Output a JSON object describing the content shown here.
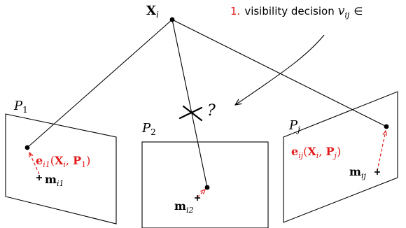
{
  "point": {
    "name": "X",
    "sub": "i"
  },
  "annotation": {
    "number": "1.",
    "text": "visibility decision",
    "symbol": "v",
    "sub": "ij",
    "trailing": "∈"
  },
  "question_mark": "?",
  "cameras": [
    {
      "label": "P",
      "sub": "1"
    },
    {
      "label": "P",
      "sub": "2"
    },
    {
      "label": "P",
      "sub": "j"
    }
  ],
  "projections": [
    {
      "e": "e",
      "e_sub": "i1",
      "args_open": "(",
      "x": "X",
      "x_sub": "i",
      "comma": ", ",
      "p": "P",
      "p_sub": "1",
      "args_close": ")"
    },
    {
      "e": "e",
      "e_sub": "ij",
      "args_open": "(",
      "x": "X",
      "x_sub": "i",
      "comma": ", ",
      "p": "P",
      "p_sub": "j",
      "args_close": ")"
    }
  ],
  "measurements": [
    {
      "m": "m",
      "sub": "i1"
    },
    {
      "m": "m",
      "sub": "i2"
    },
    {
      "m": "m",
      "sub": "ij"
    }
  ],
  "colors": {
    "accent": "#e11b1b",
    "ink": "#000000"
  }
}
